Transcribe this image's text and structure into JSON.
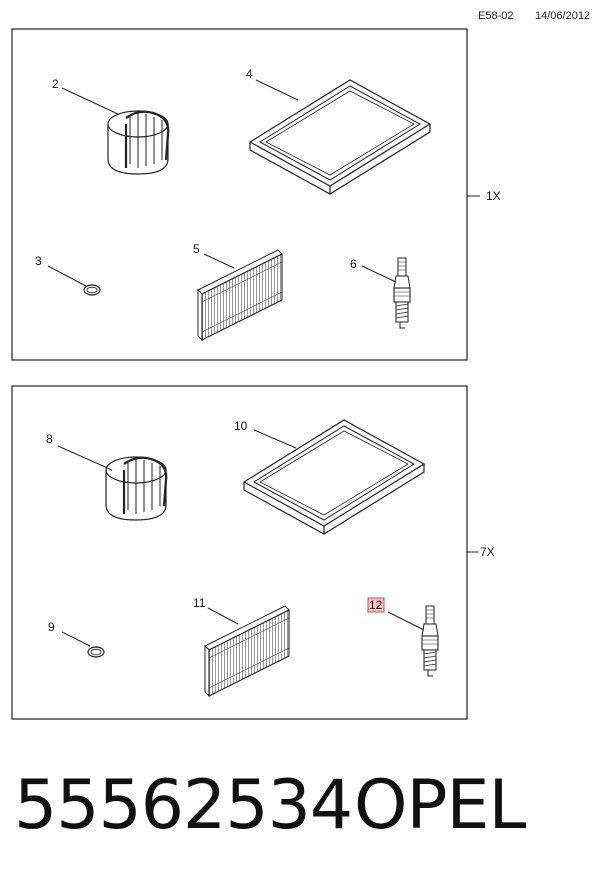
{
  "header": {
    "code": "E58-02",
    "date": "14/06/2012"
  },
  "groups": [
    {
      "quantity": "1X",
      "callouts": [
        {
          "number": "2",
          "part": "oil-filter"
        },
        {
          "number": "4",
          "part": "air-filter"
        },
        {
          "number": "3",
          "part": "seal-ring"
        },
        {
          "number": "5",
          "part": "cabin-filter"
        },
        {
          "number": "6",
          "part": "spark-plug"
        }
      ]
    },
    {
      "quantity": "7X",
      "callouts": [
        {
          "number": "8",
          "part": "oil-filter"
        },
        {
          "number": "10",
          "part": "air-filter"
        },
        {
          "number": "9",
          "part": "seal-ring"
        },
        {
          "number": "11",
          "part": "cabin-filter"
        },
        {
          "number": "12",
          "part": "spark-plug",
          "highlighted": true
        }
      ]
    }
  ],
  "footer": {
    "part_number": "55562534",
    "brand": "OPEL"
  },
  "colors": {
    "line": "#222222",
    "highlight_fill": "#f7c6c6",
    "highlight_stroke": "#d84a4a"
  }
}
